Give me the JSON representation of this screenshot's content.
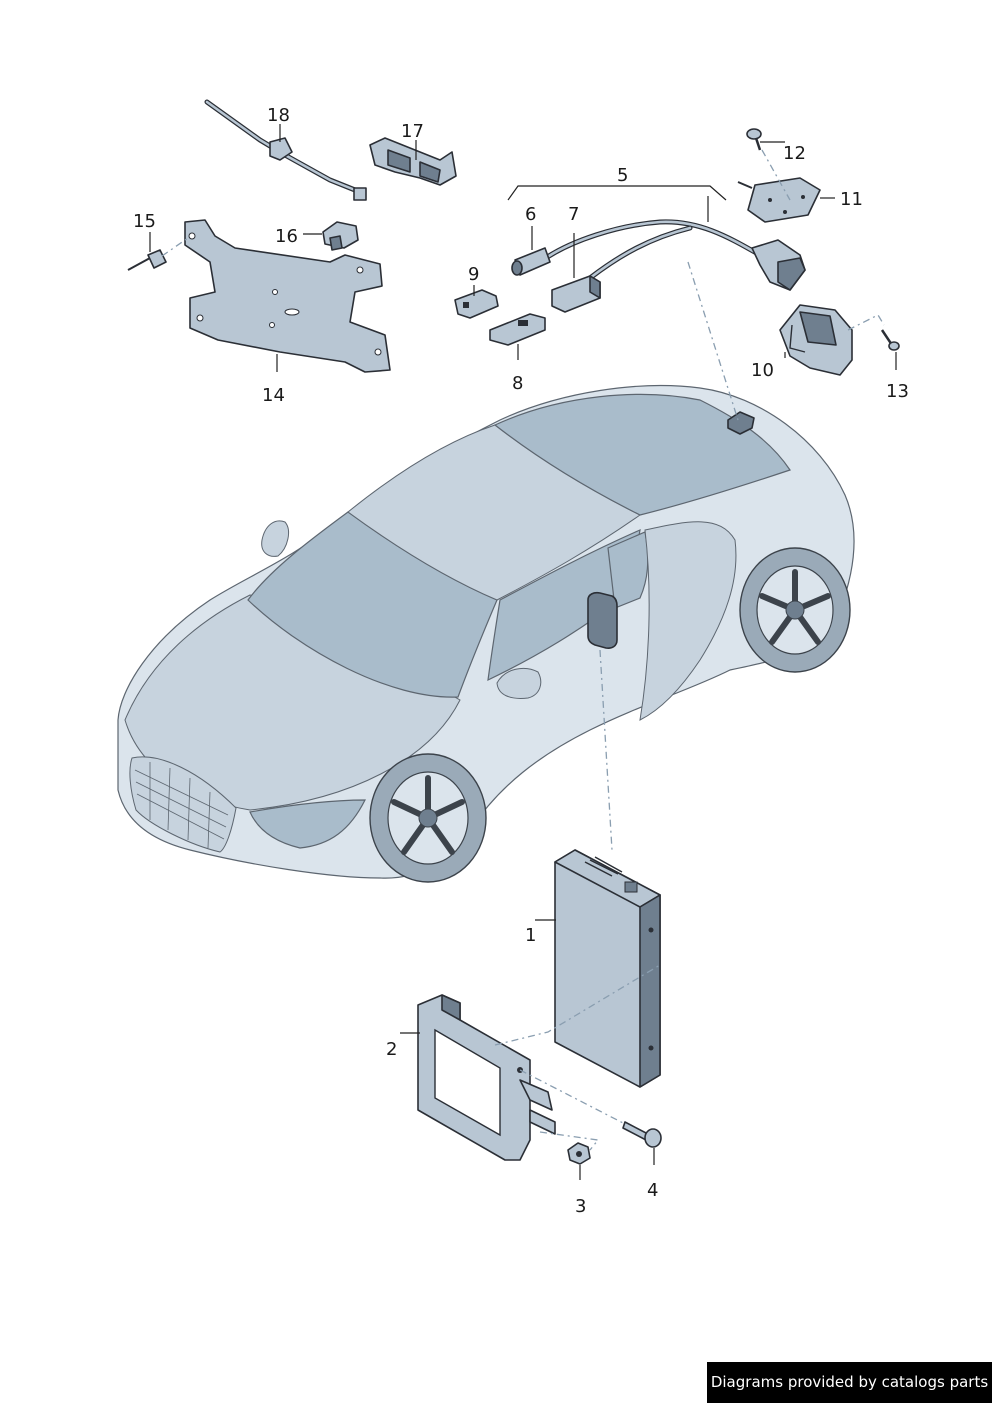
{
  "footer": {
    "text": "Diagrams provided by catalogs parts"
  },
  "callouts": {
    "p1": "1",
    "p2": "2",
    "p3": "3",
    "p4": "4",
    "p5": "5",
    "p6": "6",
    "p7": "7",
    "p8": "8",
    "p9": "9",
    "p10": "10",
    "p11": "11",
    "p12": "12",
    "p13": "13",
    "p14": "14",
    "p15": "15",
    "p16": "16",
    "p17": "17",
    "p18": "18"
  },
  "colors": {
    "part_fill": "#b8c6d3",
    "car_fill": "#dbe4ec",
    "glass_fill": "#a9bccb",
    "ink": "#2b2f36"
  }
}
